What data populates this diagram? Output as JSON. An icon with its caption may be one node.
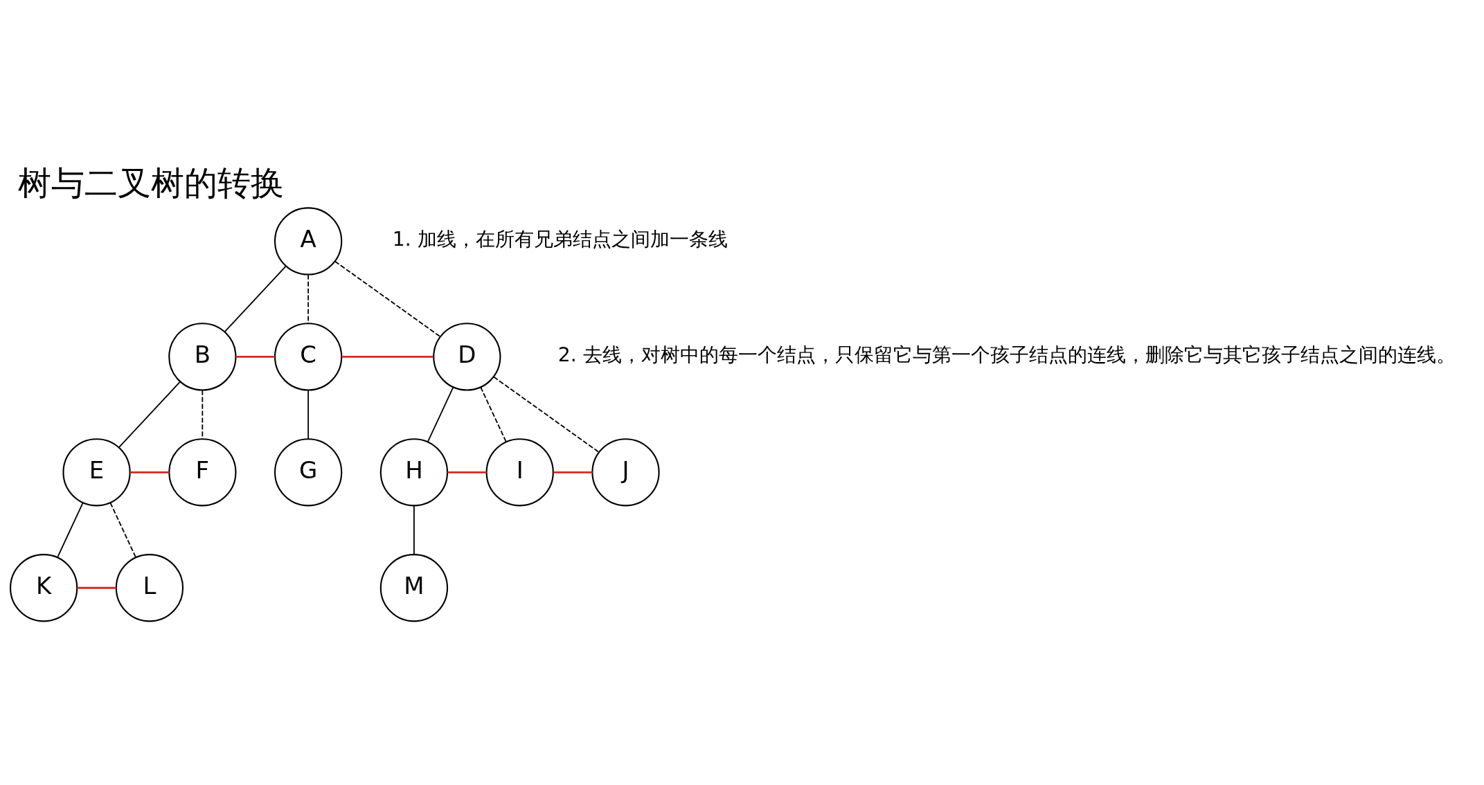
{
  "diagram": {
    "title": "树与二叉树的转换",
    "nodes": [
      {
        "text": [
          "A"
        ]
      },
      {
        "text": [
          "B"
        ]
      },
      {
        "text": [
          "C"
        ]
      },
      {
        "text": [
          "D"
        ]
      },
      {
        "text": [
          "E"
        ]
      },
      {
        "text": [
          "F"
        ]
      },
      {
        "text": [
          "G"
        ]
      },
      {
        "text": [
          "H"
        ]
      },
      {
        "text": [
          "I"
        ]
      },
      {
        "text": [
          "J"
        ]
      },
      {
        "text": [
          "K"
        ]
      },
      {
        "text": [
          "L"
        ]
      },
      {
        "text": [
          "M"
        ]
      }
    ],
    "edges": [
      {
        "from": 0,
        "to": 1,
        "arrow": "none"
      },
      {
        "from": 0,
        "to": 2,
        "arrow": "none",
        "style": "dashed"
      },
      {
        "from": 0,
        "to": 3,
        "arrow": "none",
        "style": "dashed"
      },
      {
        "from": 1,
        "to": 2,
        "arrow": "none",
        "color": "#d42a20"
      },
      {
        "from": 2,
        "to": 3,
        "arrow": "none",
        "color": "#d42a20"
      },
      {
        "from": 1,
        "to": 4,
        "arrow": "none"
      },
      {
        "from": 1,
        "to": 5,
        "arrow": "none",
        "style": "dashed"
      },
      {
        "from": 4,
        "to": 5,
        "arrow": "none",
        "color": "#d42a20"
      },
      {
        "from": 2,
        "to": 6,
        "arrow": "none"
      },
      {
        "from": 3,
        "to": 7,
        "arrow": "none"
      },
      {
        "from": 3,
        "to": 8,
        "arrow": "none",
        "style": "dashed"
      },
      {
        "from": 3,
        "to": 9,
        "arrow": "none",
        "style": "dashed"
      },
      {
        "from": 7,
        "to": 8,
        "arrow": "none",
        "color": "#d42a20"
      },
      {
        "from": 8,
        "to": 9,
        "arrow": "none",
        "color": "#d42a20"
      },
      {
        "from": 4,
        "to": 10,
        "arrow": "none"
      },
      {
        "from": 4,
        "to": 11,
        "arrow": "none",
        "style": "dashed"
      },
      {
        "from": 10,
        "to": 11,
        "arrow": "none",
        "color": "#d42a20"
      },
      {
        "from": 7,
        "to": 12,
        "arrow": "none"
      }
    ],
    "labels": [
      "1. 加线，在所有兄弟结点之间加一条线",
      "2. 去线，对树中的每一个结点，只保留它与第一个孩子结点的连线，删除它与其它孩子结点之间的连线。"
    ]
  }
}
